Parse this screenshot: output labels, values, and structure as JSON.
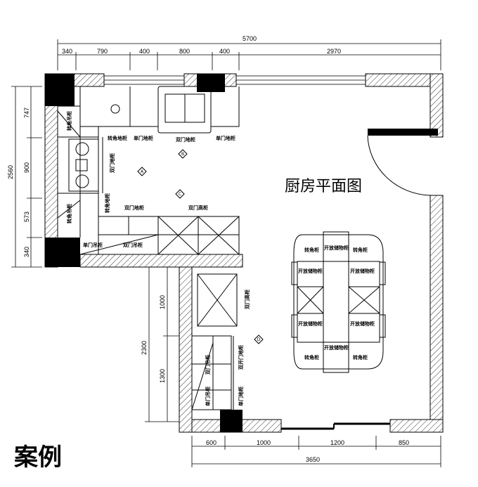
{
  "title": "厨房平面图",
  "legend": "案例",
  "dimensions": {
    "top_total": "5700",
    "top": [
      "340",
      "790",
      "400",
      "800",
      "400",
      "2970"
    ],
    "left_total": "2560",
    "left": [
      "747",
      "900",
      "573",
      "340"
    ],
    "mid_total": "2300",
    "mid": [
      "1000",
      "1300"
    ],
    "bottom": [
      "600",
      "1000",
      "1200",
      "850"
    ],
    "bottom_total": "3650"
  },
  "cabinets": {
    "corner_base_top": "转角地柜",
    "single_base_top": "单门地柜",
    "double_base_top": "双门地柜",
    "single_base_top2": "单门地柜",
    "double_base_stove": "双门地柜",
    "corner_wall_left1": "转角吊柜",
    "corner_wall_left2": "转角吊柜",
    "corner_base_left": "转角地柜",
    "double_base_bottom": "双门地柜",
    "double_tall_bottom": "双门高柜",
    "single_wall_bottom": "单门吊柜",
    "double_wall_bottom": "双门吊柜",
    "double_tall_right": "双门高柜",
    "double_open_base": "双开门地柜",
    "single_base_lower": "单门地柜",
    "double_wall_lower": "双门吊柜",
    "single_wall_lower": "单门吊柜"
  },
  "island": {
    "corner": "转角柜",
    "open": "开放储物柜"
  },
  "markers": [
    "A",
    "B",
    "C",
    "D"
  ]
}
